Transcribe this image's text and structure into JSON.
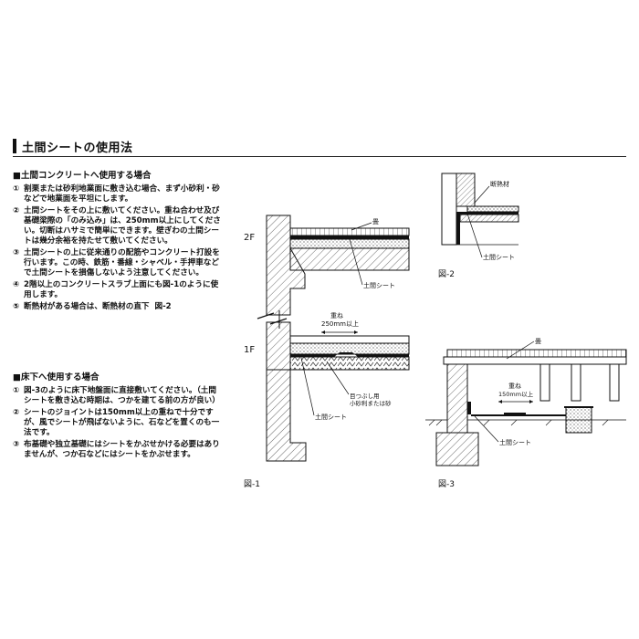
{
  "page": {
    "title": "土間シートの使用法"
  },
  "section1": {
    "heading": "■土間コンクリートへ使用する場合",
    "items": [
      {
        "num": "①",
        "text": "割栗または砂利地業面に敷き込む場合、まず小砂利・砂などで地業面を平坦にします。"
      },
      {
        "num": "②",
        "text": "土間シートをその上に敷いてください。重ね合わせ及び基礎梁際の「のみ込み」は、250mm以上にしてください。切断はハサミで簡単にできます。壁ぎわの土間シートは幾分余裕を持たせて敷いてください。"
      },
      {
        "num": "③",
        "text": "土間シートの上に従来通りの配筋やコンクリート打設を行います。この時、鉄筋・番線・シャベル・手押車などで土間シートを損傷しないよう注意してください。"
      },
      {
        "num": "④",
        "text": "2階以上のコンクリートスラブ上面にも図-1のように使用します。"
      },
      {
        "num": "⑤",
        "text": "断熱材がある場合は、断熱材の直下",
        "ref": "図-2"
      }
    ]
  },
  "section2": {
    "heading": "■床下へ使用する場合",
    "items": [
      {
        "num": "①",
        "text": "図-3のように床下地盤面に直接敷いてください。（土間シートを敷き込む時期は、つかを建てる前の方が良い）"
      },
      {
        "num": "②",
        "text": "シートのジョイントは150mm以上の重ねで十分ですが、風でシートが飛ばないように、石などを置くのも一法です。"
      },
      {
        "num": "③",
        "text": "布基礎や独立基礎にはシートをかぶせかける必要はありませんが、つか石などにはシートをかぶせます。"
      }
    ]
  },
  "fig1": {
    "caption": "図-1",
    "floor_upper": "2F",
    "floor_lower": "1F",
    "label_tatami": "畳",
    "label_sheet_upper": "土間シート",
    "overlap_label": "重ね",
    "overlap_value": "250mm以上",
    "label_fill_1": "目つぶし用",
    "label_fill_2": "小砂利または砂",
    "label_sheet_lower": "土間シート"
  },
  "fig2": {
    "caption": "図-2",
    "label_insulation": "断熱材",
    "label_sheet": "土間シート"
  },
  "fig3": {
    "caption": "図-3",
    "label_tatami": "畳",
    "overlap_label": "重ね",
    "overlap_value": "150mm以上",
    "label_sheet": "土間シート"
  }
}
